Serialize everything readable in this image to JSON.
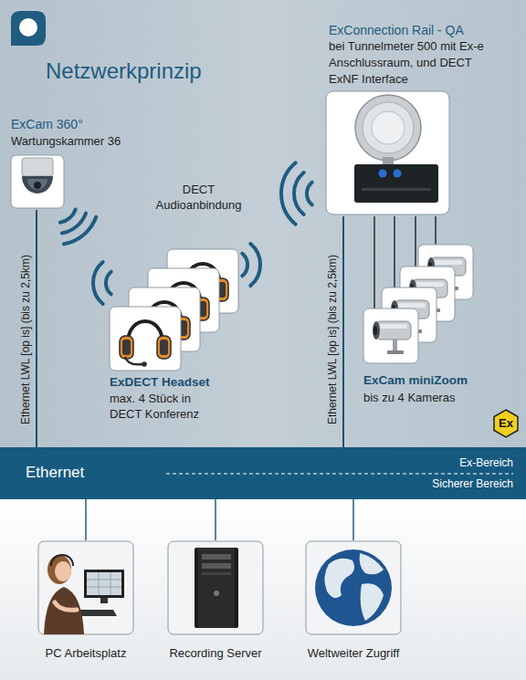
{
  "diagram": {
    "title": "Netzwerkprinzip",
    "nodes": [
      {
        "text": [
          "ExCam 360°",
          "Wartungskammer 36"
        ]
      },
      {
        "text": [
          "ExDECT Headset",
          "max. 4 Stück in DECT Konferenz"
        ]
      },
      {
        "text": [
          "ExConnection Rail - QA",
          "bei Tunnelmeter 500 mit Ex-e Anschlussraum, und DECT ExNF Interface"
        ]
      },
      {
        "text": [
          "ExCam miniZoom",
          "bis zu 4 Kameras"
        ]
      },
      {
        "text": [
          "Ethernet",
          "Ex-Bereich",
          "Sicherer Bereich"
        ]
      },
      {
        "text": [
          "PC Arbeitsplatz"
        ]
      },
      {
        "text": [
          "Recording Server"
        ]
      },
      {
        "text": [
          "Weltweiter Zugriff"
        ]
      }
    ],
    "edges": [
      {
        "from": 0,
        "to": 4,
        "label": "Ethernet LWL [op is] (bis zu 2,5km)",
        "arrow": "none"
      },
      {
        "from": 2,
        "to": 4,
        "label": "Ethernet LWL [op is] (bis zu 2,5km)",
        "arrow": "none"
      },
      {
        "from": 2,
        "to": 3,
        "arrow": "none"
      },
      {
        "from": 2,
        "to": 3,
        "arrow": "none"
      },
      {
        "from": 2,
        "to": 3,
        "arrow": "none"
      },
      {
        "from": 2,
        "to": 3,
        "arrow": "none"
      },
      {
        "from": 4,
        "to": 5,
        "arrow": "none"
      },
      {
        "from": 4,
        "to": 6,
        "arrow": "none"
      },
      {
        "from": 4,
        "to": 7,
        "arrow": "none"
      }
    ],
    "labels": [
      "DECT Audioanbindung",
      "Ex"
    ]
  }
}
